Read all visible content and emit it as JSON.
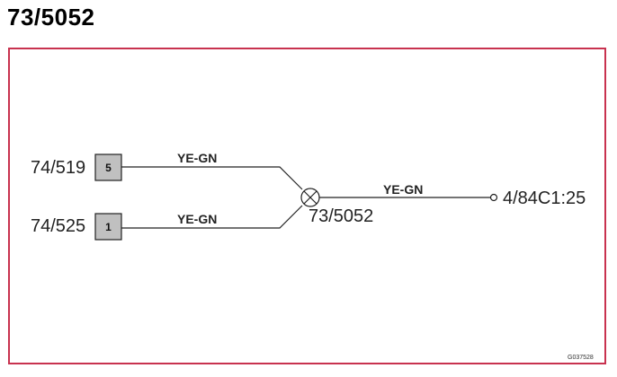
{
  "title": "73/5052",
  "connectors": [
    {
      "id": "74/519",
      "pin": "5"
    },
    {
      "id": "74/525",
      "pin": "1"
    }
  ],
  "wires": {
    "top_color": "YE-GN",
    "bottom_color": "YE-GN",
    "output_color": "YE-GN"
  },
  "splice": {
    "id": "73/5052"
  },
  "destination": {
    "id": "4/84C1:25"
  },
  "figure_code": "G037528",
  "colors": {
    "frame_border": "#c8324f",
    "pin_box_fill": "#c0c0c0"
  }
}
